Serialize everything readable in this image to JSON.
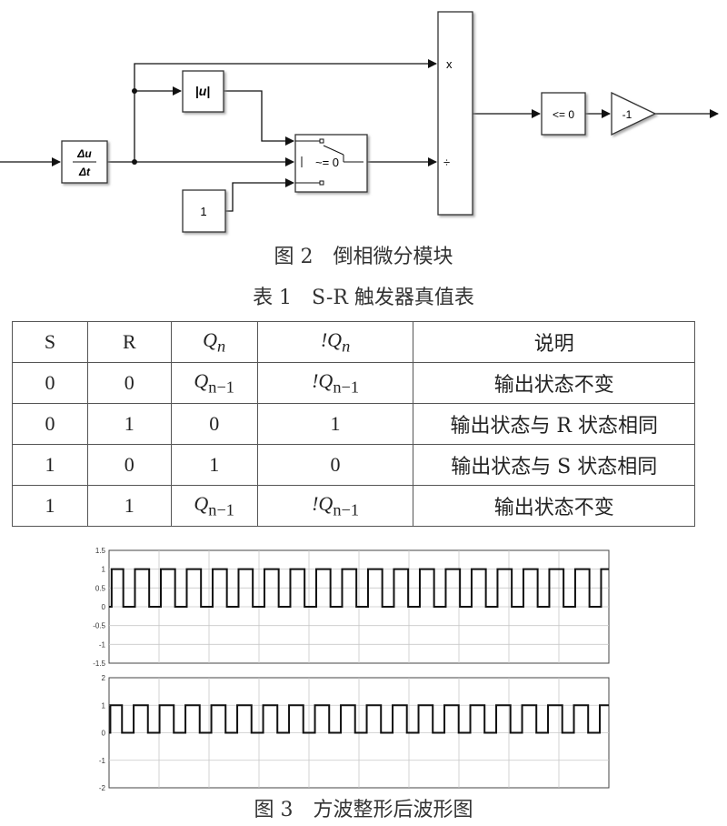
{
  "fig2": {
    "blocks": {
      "derivative_num": "Δu",
      "derivative_den": "Δt",
      "abs": "|u|",
      "const": "1",
      "switch": "~= 0",
      "product_in1": "x",
      "product_in2": "÷",
      "compare": "<= 0",
      "gain": "-1"
    },
    "caption": "图 2　倒相微分模块"
  },
  "table1": {
    "caption": "表 1　S-R 触发器真值表",
    "header": [
      "S",
      "R",
      "Q_n",
      "!Q_n",
      "说明"
    ],
    "header_q": {
      "q": "Q",
      "sub": "n",
      "nq": "!Q",
      "nsub": "n"
    },
    "rows": [
      {
        "s": "0",
        "r": "0",
        "q": "Q",
        "q_sub": "n−1",
        "nq": "!Q",
        "nq_sub": "n−1",
        "note": "输出状态不变"
      },
      {
        "s": "0",
        "r": "1",
        "q": "0",
        "q_sub": "",
        "nq": "1",
        "nq_sub": "",
        "note": "输出状态与 R 状态相同"
      },
      {
        "s": "1",
        "r": "0",
        "q": "1",
        "q_sub": "",
        "nq": "0",
        "nq_sub": "",
        "note": "输出状态与 S 状态相同"
      },
      {
        "s": "1",
        "r": "1",
        "q": "Q",
        "q_sub": "n−1",
        "nq": "!Q",
        "nq_sub": "n−1",
        "note": "输出状态不变"
      }
    ]
  },
  "chart_data": [
    {
      "type": "line",
      "ylim": [
        -1.5,
        1.5
      ],
      "yticks": [
        "1.5",
        "1",
        "0.5",
        "0",
        "-0.5",
        "-1",
        "-1.5"
      ],
      "grid": true,
      "signal": "square",
      "high": 1,
      "low": 0,
      "periods": 19
    },
    {
      "type": "line",
      "ylim": [
        -2,
        2
      ],
      "yticks": [
        "2",
        "1",
        "0",
        "-1",
        "-2"
      ],
      "grid": true,
      "signal": "square",
      "high": 1,
      "low": 0,
      "periods": 19
    }
  ],
  "fig3": {
    "caption": "图 3　方波整形后波形图"
  }
}
